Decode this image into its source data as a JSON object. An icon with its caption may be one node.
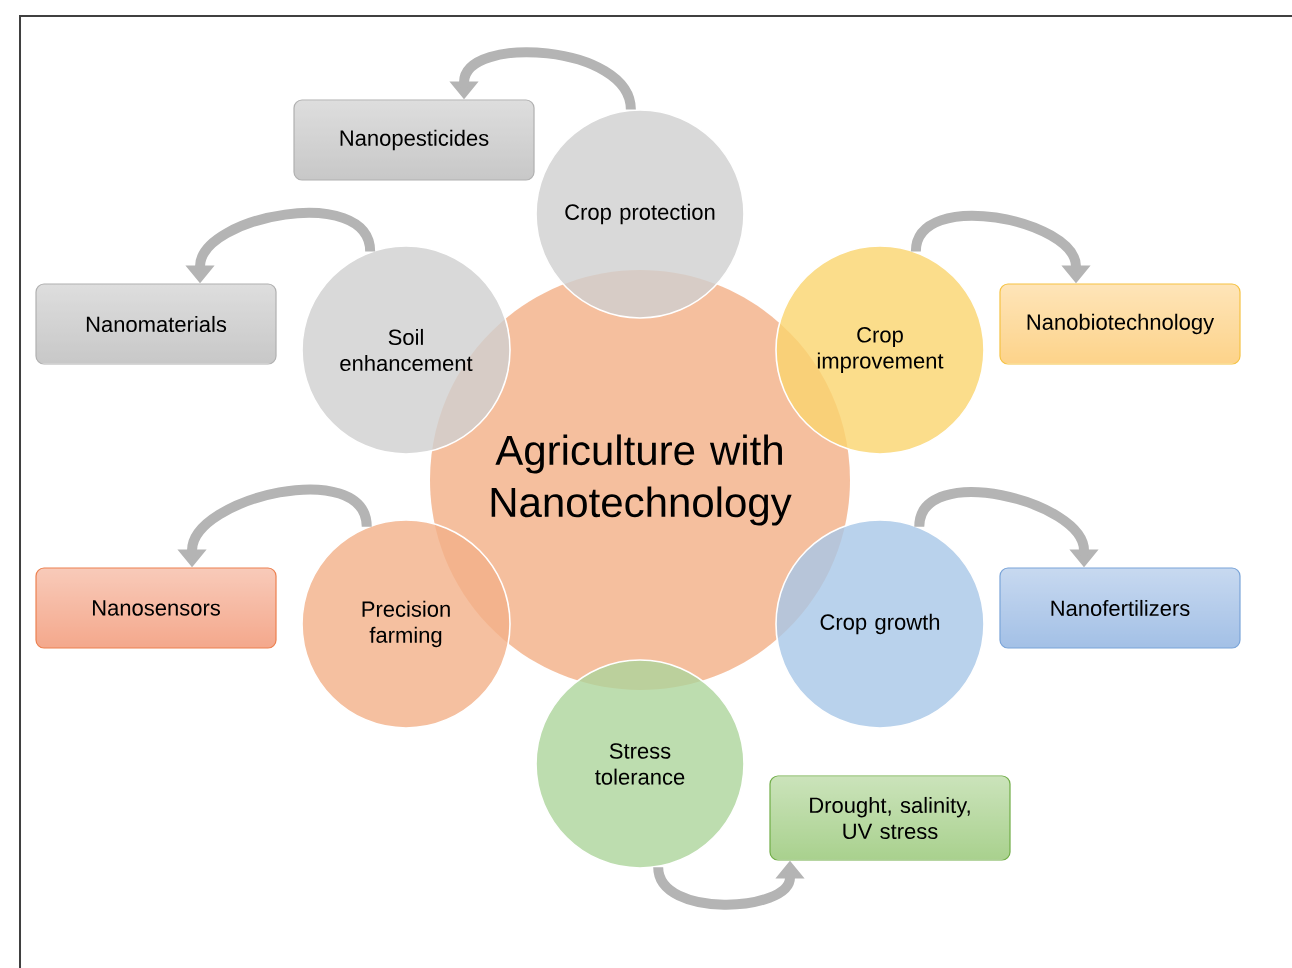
{
  "diagram": {
    "nodes": [
      {
        "text": [
          "Agriculture with Nanotechnology"
        ]
      },
      {
        "text": [
          "Crop protection"
        ]
      },
      {
        "text": [
          "Soil enhancement"
        ]
      },
      {
        "text": [
          "Crop improvement"
        ]
      },
      {
        "text": [
          "Precision farming"
        ]
      },
      {
        "text": [
          "Crop growth"
        ]
      },
      {
        "text": [
          "Stress tolerance"
        ]
      },
      {
        "text": [
          "Nanopesticides"
        ]
      },
      {
        "text": [
          "Nanomaterials"
        ]
      },
      {
        "text": [
          "Nanobiotechnology"
        ]
      },
      {
        "text": [
          "Nanosensors"
        ]
      },
      {
        "text": [
          "Nanofertilizers"
        ]
      },
      {
        "text": [
          "Drought, salinity, UV stress"
        ]
      }
    ],
    "edges": [
      {
        "from": 1,
        "to": 7,
        "arrow": "to"
      },
      {
        "from": 2,
        "to": 8,
        "arrow": "to"
      },
      {
        "from": 3,
        "to": 9,
        "arrow": "to"
      },
      {
        "from": 4,
        "to": 10,
        "arrow": "to"
      },
      {
        "from": 5,
        "to": 11,
        "arrow": "to"
      },
      {
        "from": 6,
        "to": 12,
        "arrow": "to"
      }
    ]
  }
}
